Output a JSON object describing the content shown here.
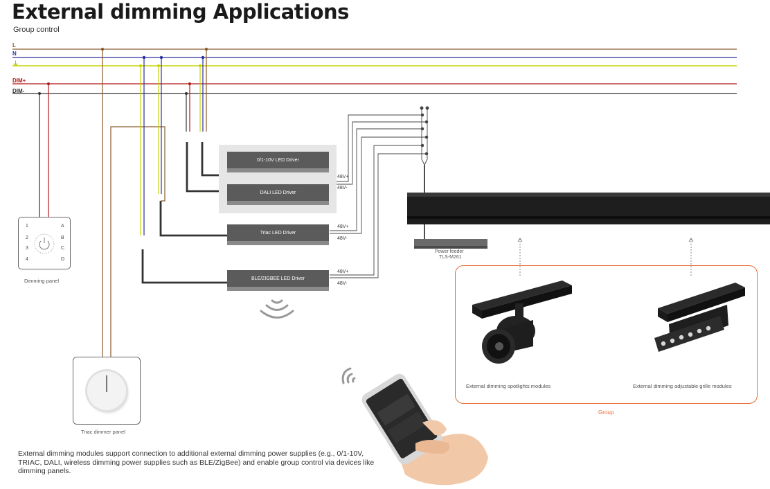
{
  "title": "External dimming Applications",
  "subtitle": "Group control",
  "bus": {
    "l": "L",
    "n": "N",
    "pe": "⏚",
    "dim_plus": "DIM+",
    "dim_minus": "DIM-"
  },
  "drivers": {
    "d0_10v": "0/1-10V LED Driver",
    "dali": "DALI LED Driver",
    "triac": "Triac LED Driver",
    "ble": "BLE/ZIGBEE LED Driver"
  },
  "outputs": {
    "plus": "48V+",
    "minus": "48V-"
  },
  "panel": {
    "caption": "Dimming panel",
    "n1": "1",
    "n2": "2",
    "n3": "3",
    "n4": "4",
    "la": "A",
    "lb": "B",
    "lc": "C",
    "ld": "D"
  },
  "triac_panel_caption": "Triac dimmer panel",
  "power_feeder": {
    "line1": "Power feeder",
    "line2": "TLS-M261"
  },
  "group": {
    "label": "Group",
    "spotlight_caption": "External dimming spotlights modules",
    "grille_caption": "External dimming adjustable grille modules"
  },
  "description": "External dimming modules support connection to additional external dimming power supplies (e.g., 0/1-10V, TRIAC, DALI, wireless dimming power supplies such as BLE/ZigBee) and enable group control via devices like dimming panels.",
  "colors": {
    "L": "#8a5a2b",
    "N": "#2b2f9a",
    "PE": "#c8d400",
    "DIM_PLUS": "#b01818",
    "DIM_MINUS": "#333333",
    "accent": "#e56a34"
  }
}
